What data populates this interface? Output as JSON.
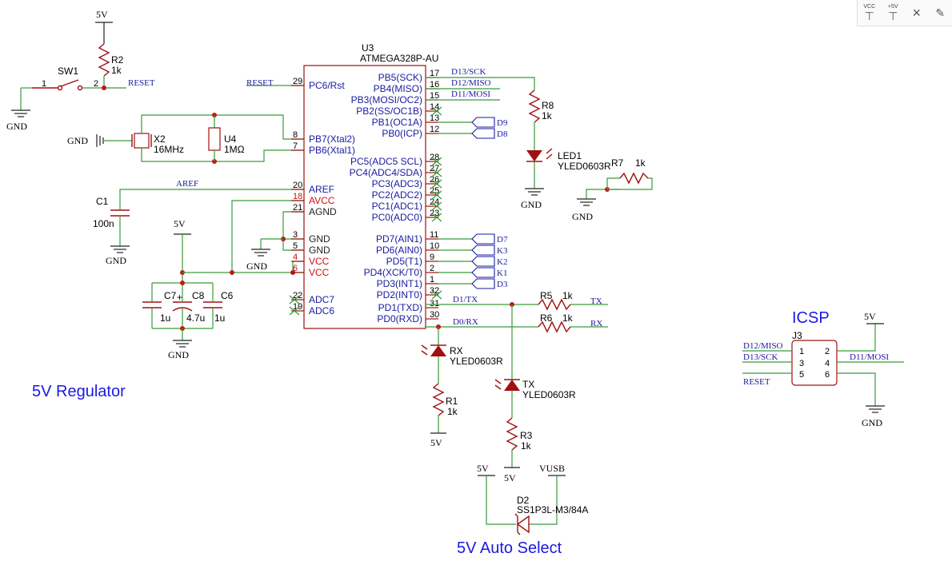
{
  "toolbar": {
    "vcc_label": "VCC",
    "plus5v_label": "+5V",
    "tools": [
      {
        "name": "vcc-tool",
        "icon": "vcc-power-icon"
      },
      {
        "name": "plus5v-tool",
        "icon": "plus5v-power-icon"
      },
      {
        "name": "no-connect-tool",
        "icon": "no-connect-icon"
      },
      {
        "name": "pen-tool",
        "icon": "pen-icon"
      }
    ]
  },
  "titles": {
    "regulator": "5V Regulator",
    "auto_select": "5V Auto Select",
    "icsp": "ICSP"
  },
  "power": {
    "v5": "5V",
    "gnd": "GND",
    "vusb": "VUSB"
  },
  "nets": {
    "reset": "RESET",
    "aref": "AREF",
    "d13_sck": "D13/SCK",
    "d12_miso": "D12/MISO",
    "d11_mosi": "D11/MOSI",
    "d1_tx": "D1/TX",
    "d0_rx": "D0/RX",
    "tx": "TX",
    "rx": "RX",
    "d9": "D9",
    "d8": "D8",
    "d7": "D7",
    "k3": "K3",
    "k2": "K2",
    "k1": "K1",
    "d3": "D3"
  },
  "mcu": {
    "ref": "U3",
    "value": "ATMEGA328P-AU",
    "left_pins": [
      {
        "num": "29",
        "name": "PC6/Rst"
      },
      {
        "num": "8",
        "name": "PB7(Xtal2)"
      },
      {
        "num": "7",
        "name": "PB6(Xtal1)"
      },
      {
        "num": "20",
        "name": "AREF"
      },
      {
        "num": "18",
        "name": "AVCC"
      },
      {
        "num": "21",
        "name": "AGND"
      },
      {
        "num": "3",
        "name": "GND"
      },
      {
        "num": "5",
        "name": "GND"
      },
      {
        "num": "4",
        "name": "VCC"
      },
      {
        "num": "6",
        "name": "VCC"
      },
      {
        "num": "22",
        "name": "ADC7"
      },
      {
        "num": "19",
        "name": "ADC6"
      }
    ],
    "right_pins": [
      {
        "num": "17",
        "name": "PB5(SCK)"
      },
      {
        "num": "16",
        "name": "PB4(MISO)"
      },
      {
        "num": "15",
        "name": "PB3(MOSI/OC2)"
      },
      {
        "num": "14",
        "name": "PB2(SS/OC1B)"
      },
      {
        "num": "13",
        "name": "PB1(OC1A)"
      },
      {
        "num": "12",
        "name": "PB0(ICP)"
      },
      {
        "num": "28",
        "name": "PC5(ADC5 SCL)"
      },
      {
        "num": "27",
        "name": "PC4(ADC4/SDA)"
      },
      {
        "num": "26",
        "name": "PC3(ADC3)"
      },
      {
        "num": "25",
        "name": "PC2(ADC2)"
      },
      {
        "num": "24",
        "name": "PC1(ADC1)"
      },
      {
        "num": "23",
        "name": "PC0(ADC0)"
      },
      {
        "num": "11",
        "name": "PD7(AIN1)"
      },
      {
        "num": "10",
        "name": "PD6(AIN0)"
      },
      {
        "num": "9",
        "name": "PD5(T1)"
      },
      {
        "num": "2",
        "name": "PD4(XCK/T0)"
      },
      {
        "num": "1",
        "name": "PD3(INT1)"
      },
      {
        "num": "32",
        "name": "PD2(INT0)"
      },
      {
        "num": "31",
        "name": "PD1(TXD)"
      },
      {
        "num": "30",
        "name": "PD0(RXD)"
      }
    ]
  },
  "components": {
    "sw1": {
      "ref": "SW1",
      "pin1": "1",
      "pin2": "2"
    },
    "r2": {
      "ref": "R2",
      "value": "1k"
    },
    "x2": {
      "ref": "X2",
      "value": "16MHz"
    },
    "u4": {
      "ref": "U4",
      "value": "1MΩ"
    },
    "c1": {
      "ref": "C1",
      "value": "100n"
    },
    "c7": {
      "ref": "C7",
      "value": "1u"
    },
    "c8": {
      "ref": "C8",
      "value": "4.7u"
    },
    "c6": {
      "ref": "C6",
      "value": "1u"
    },
    "r8": {
      "ref": "R8",
      "value": "1k"
    },
    "led1": {
      "ref": "LED1",
      "value": "YLED0603R"
    },
    "r7": {
      "ref": "R7",
      "value": "1k"
    },
    "r5": {
      "ref": "R5",
      "value": "1k"
    },
    "r6": {
      "ref": "R6",
      "value": "1k"
    },
    "led_rx": {
      "ref": "RX",
      "value": "YLED0603R"
    },
    "r1": {
      "ref": "R1",
      "value": "1k"
    },
    "led_tx": {
      "ref": "TX",
      "value": "YLED0603R"
    },
    "r3": {
      "ref": "R3",
      "value": "1k"
    },
    "d2": {
      "ref": "D2",
      "value": "SS1P3L-M3/84A"
    },
    "j3": {
      "ref": "J3",
      "pins": [
        "1",
        "2",
        "3",
        "4",
        "5",
        "6"
      ]
    }
  },
  "colors": {
    "wire": "#3a9a3a",
    "part": "#a01010",
    "net_label": "#1a1aa0",
    "title": "#1a1ae0",
    "background": "#ffffff"
  }
}
